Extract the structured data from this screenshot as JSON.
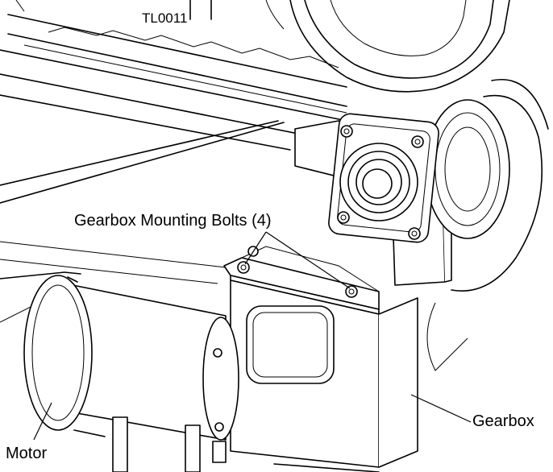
{
  "figure": {
    "id_label": "TL0011",
    "callouts": {
      "mounting_bolts": "Gearbox Mounting Bolts (4)",
      "gearbox": "Gearbox",
      "motor": "Motor"
    }
  }
}
